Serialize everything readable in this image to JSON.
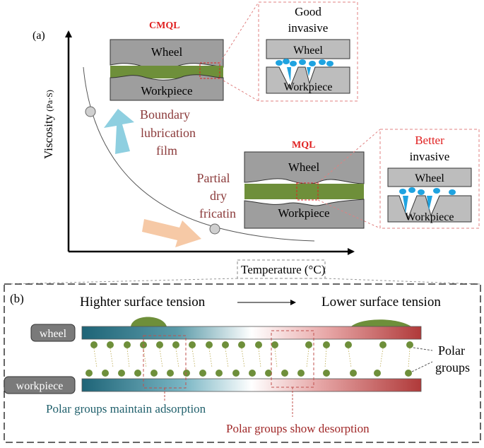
{
  "panel_a": {
    "label": "(a)",
    "ylabel_main": "Viscosity",
    "ylabel_unit": "(Pa·S)",
    "xlabel": "Temperature (°C)",
    "cmql": {
      "title": "CMQL",
      "wheel": "Wheel",
      "workpiece": "Workpiece",
      "film_label_lines": [
        "Boundary",
        "lubrication",
        "film"
      ],
      "zoom_title_lines": [
        "Good",
        "invasive"
      ],
      "zoom_wheel": "Wheel",
      "zoom_workpiece": "Workpiece"
    },
    "mql": {
      "title": "MQL",
      "wheel": "Wheel",
      "workpiece": "Workpiece",
      "friction_label_lines": [
        "Partial",
        "dry",
        "fricatin"
      ],
      "zoom_title_lines": [
        "Better",
        "invasive"
      ],
      "zoom_wheel": "Wheel",
      "zoom_workpiece": "Workpiece"
    }
  },
  "panel_b": {
    "label": "(b)",
    "left_title": "Highter surface tension",
    "right_title": "Lower surface tension",
    "wheel_tag": "wheel",
    "workpiece_tag": "workpiece",
    "polar_groups_lines": [
      "Polar",
      "groups"
    ],
    "maintain_label": "Polar groups maintain adsorption",
    "desorption_label": "Polar groups show desorption"
  },
  "colors": {
    "wheel_gray": "#9e9e9e",
    "oil_green": "#6e8f3a",
    "droplet_blue": "#1fa3e0",
    "red_title": "#e02020",
    "brown_text": "#8b3a3a",
    "teal_text": "#1f5f6b",
    "dark_red_text": "#a02828",
    "arrow_blue": "#8ecfe0",
    "arrow_peach": "#f6c9a6",
    "bar_teal": "#1e6477",
    "bar_red": "#b03a3a"
  }
}
